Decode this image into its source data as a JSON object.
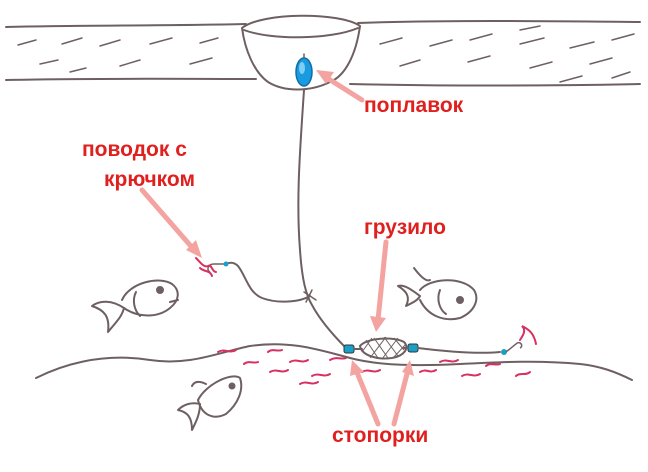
{
  "labels": {
    "float": "поплавок",
    "leader_line1": "поводок с",
    "leader_line2": "крючком",
    "sinker": "грузило",
    "stoppers": "стопорки"
  },
  "colors": {
    "label_text": "#e0201e",
    "arrow": "#f3a3a0",
    "sketch": "#6e6062",
    "float_fill": "#1a9be0",
    "worm": "#d83060",
    "hook_bead": "#1aa0c8"
  },
  "icons": {
    "float": "float-icon",
    "sinker": "sinker-net-icon",
    "fish": "fish-icon",
    "hook": "hook-icon",
    "bloodworm": "bloodworm-icon"
  }
}
